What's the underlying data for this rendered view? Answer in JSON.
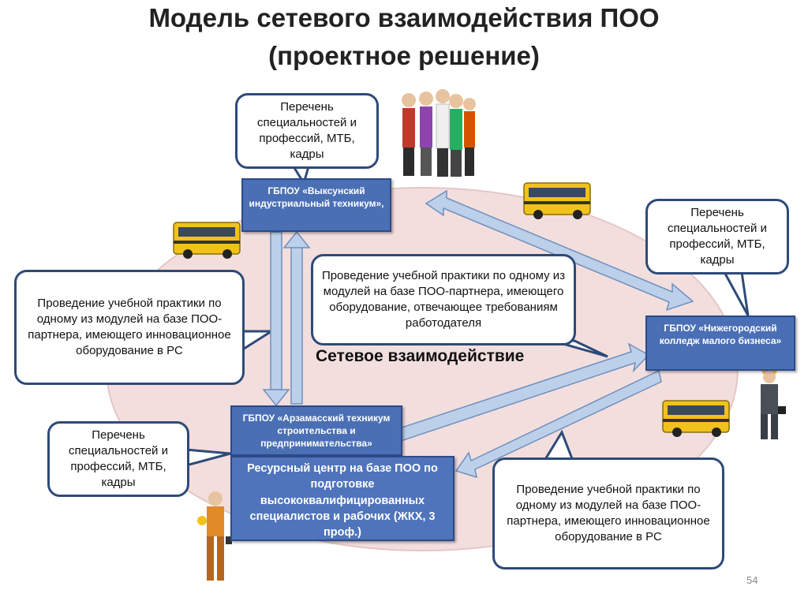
{
  "title": {
    "line1": "Модель сетевого взаимодействия ПОО",
    "line2": "(проектное решение)"
  },
  "nodes": {
    "vyksa": "ГБПОУ «Выксунский индустриальный техникум»,",
    "nizhny": "ГБПОУ «Нижегородский колледж малого бизнеса»",
    "arzamas": "ГБПОУ «Арзамасский техникум строительства и предпринимательства»"
  },
  "resource_center": "Ресурсный центр на базе ПОО по подготовке высококвалифицированных специалистов и рабочих (ЖКХ, 3 проф.)",
  "callouts": {
    "top_list": "Перечень специальностей и профессий, МТБ, кадры",
    "right_list": "Перечень специальностей и профессий, МТБ, кадры",
    "left_list": "Перечень специальностей и профессий, МТБ, кадры",
    "left_practice": "Проведение учебной практики по одному из модулей на базе ПОО-партнера, имеющего инновационное оборудование в РС",
    "center_practice": "Проведение учебной практики по одному из модулей на базе ПОО-партнера, имеющего оборудование, отвечающее требованиям работодателя",
    "right_practice": "Проведение учебной практики по одному из модулей на базе ПОО-партнера, имеющего инновационное оборудование в РС"
  },
  "center_label": "Сетевое взаимодействие",
  "page_number": "54",
  "colors": {
    "ellipse": "#f3dede",
    "node_blue": "#4a6fb5",
    "arrow_blue": "#bcd0ea",
    "callout_border": "#2e4a78",
    "bus_yellow": "#f2c21c"
  }
}
